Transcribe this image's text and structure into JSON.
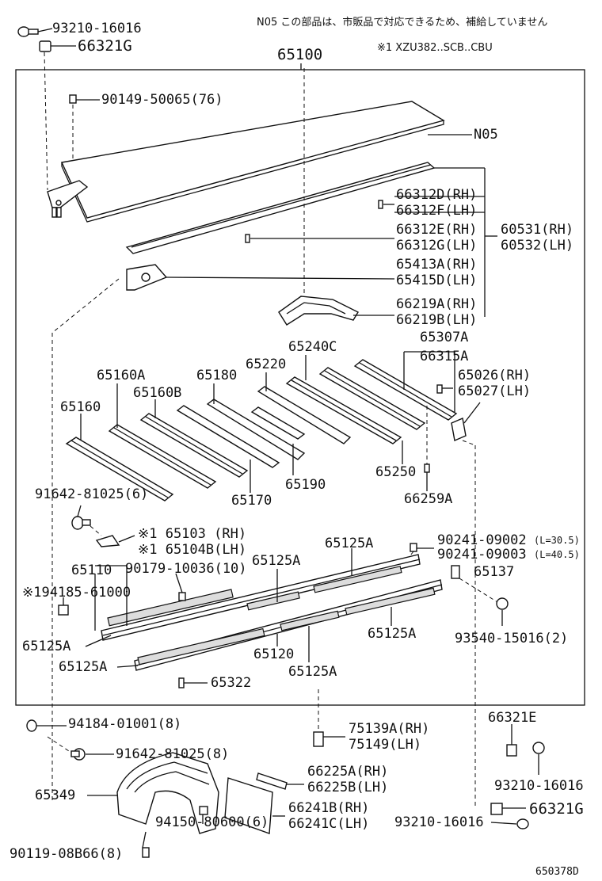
{
  "note": {
    "n05": "N05 この部品は、市販品で対応できるため、補給していません",
    "star1": "※1 XZU382..SCB..CBU"
  },
  "assembly": "65100",
  "figure_ref": "650378D",
  "labels": {
    "l93210_top": "93210-16016",
    "l66321g_top": "66321G",
    "l90149": "90149-50065(76)",
    "n05": "N05",
    "l66312d": "66312D(RH)",
    "l66312f": "66312F(LH)",
    "l66312e": "66312E(RH)",
    "l66312g": "66312G(LH)",
    "l60531": "60531(RH)",
    "l60532": "60532(LH)",
    "l65413a": "65413A(RH)",
    "l65415d": "65415D(LH)",
    "l66219a": "66219A(RH)",
    "l66219b": "66219B(LH)",
    "l65307a": "65307A",
    "l65240c": "65240C",
    "l66315a": "66315A",
    "l65026": "65026(RH)",
    "l65027": "65027(LH)",
    "l65160a": "65160A",
    "l65180": "65180",
    "l65220": "65220",
    "l65160b": "65160B",
    "l65160": "65160",
    "l65250": "65250",
    "l65190": "65190",
    "l65170": "65170",
    "l66259a": "66259A",
    "l91642_top": "91642-81025(6)",
    "l65103": "※1 65103 (RH)",
    "l65104b": "※1 65104B(LH)",
    "l65125a_1": "65125A",
    "l90241_1": "90241-09002",
    "l90241_1s": "(L=30.5)",
    "l90241_2": "90241-09003",
    "l90241_2s": "(L=40.5)",
    "l65110": "65110",
    "l90179": "90179-10036(10)",
    "l65125a_2": "65125A",
    "l65137": "65137",
    "l94185": "※194185-61000",
    "l65125a_3": "65125A",
    "l93540": "93540-15016(2)",
    "l65125a_4": "65125A",
    "l65120": "65120",
    "l65125a_5": "65125A",
    "l65125a_6": "65125A",
    "l65322": "65322",
    "l94184": "94184-01001(8)",
    "l75139a": "75139A(RH)",
    "l75149": "75149(LH)",
    "l66321e": "66321E",
    "l91642_bot": "91642-81025(8)",
    "l66225a": "66225A(RH)",
    "l66225b": "66225B(LH)",
    "l93210_mid": "93210-16016",
    "l65349": "65349",
    "l66241b": "66241B(RH)",
    "l66241c": "66241C(LH)",
    "l66321g_bot": "66321G",
    "l93210_bot": "93210-16016",
    "l94150": "94150-80600(6)",
    "l90119": "90119-08B66(8)"
  }
}
